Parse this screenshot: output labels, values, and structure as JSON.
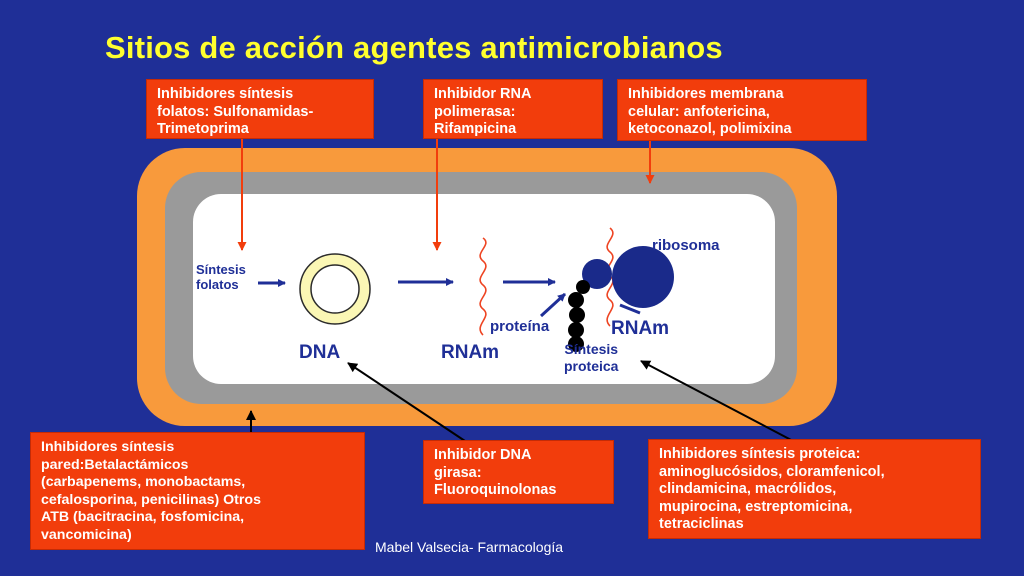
{
  "title": "Sitios de acción agentes antimicrobianos",
  "boxes": {
    "folatos": "Inhibidores síntesis\nfolatos: Sulfonamidas-\nTrimetoprima",
    "rna_pol": "Inhibidor RNA\npolimerasa:\nRifampicina",
    "membrana": "Inhibidores membrana\ncelular: anfotericina,\nketoconazol, polimixina",
    "pared": "Inhibidores síntesis\npared:Betalactámicos\n(carbapenems, monobactams,\ncefalosporina, penicilinas) Otros\nATB (bacitracina, fosfomicina,\nvancomicina)",
    "dna_girasa": "Inhibidor DNA\ngirasa:\nFluoroquinolonas",
    "proteica": "Inhibidores síntesis proteica:\naminoglucósidos, cloramfenicol,\nclindamicina, macrólidos,\nmupirocina, estreptomicina,\ntetraciclinas"
  },
  "labels": {
    "sintesis_folatos": "Síntesis\nfolatos",
    "dna": "DNA",
    "rnam_1": "RNAm",
    "ribosoma": "ribosoma",
    "proteina": "proteína",
    "rnam_2": "RNAm",
    "sintesis_proteica": "Síntesis\nproteica"
  },
  "footer": "Mabel Valsecia- Farmacología",
  "colors": {
    "background": "#1f2f97",
    "title": "#ffff2e",
    "box": "#f23d0c",
    "cell_wall": "#f89a3c",
    "membrane": "#9a9a9a",
    "cytoplasm": "#ffffff",
    "rna": "#ee4422",
    "plasmid_ring": "#fbf7b5",
    "ribosome": "#1a2a8a"
  }
}
